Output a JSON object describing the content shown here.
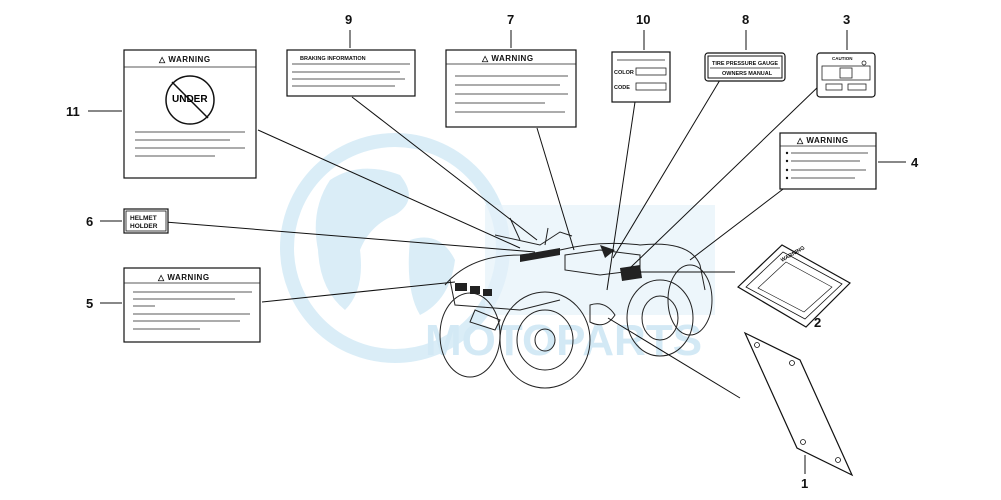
{
  "watermark": {
    "text": "MOTOPARTS",
    "color": "#d6ecf7"
  },
  "callouts": {
    "c1": "1",
    "c2": "2",
    "c3": "3",
    "c4": "4",
    "c5": "5",
    "c6": "6",
    "c7": "7",
    "c8": "8",
    "c9": "9",
    "c10": "10",
    "c11": "11"
  },
  "labels": {
    "warning": "WARNING",
    "under": "UNDER",
    "braking": "BRAKING INFORMATION",
    "tire_gauge": "TIRE PRESSURE GAUGE",
    "owners_manual": "OWNERS MANUAL",
    "color": "COLOR",
    "code": "CODE",
    "caution": "CAUTION",
    "helmet": "HELMET",
    "holder": "HOLDER"
  }
}
